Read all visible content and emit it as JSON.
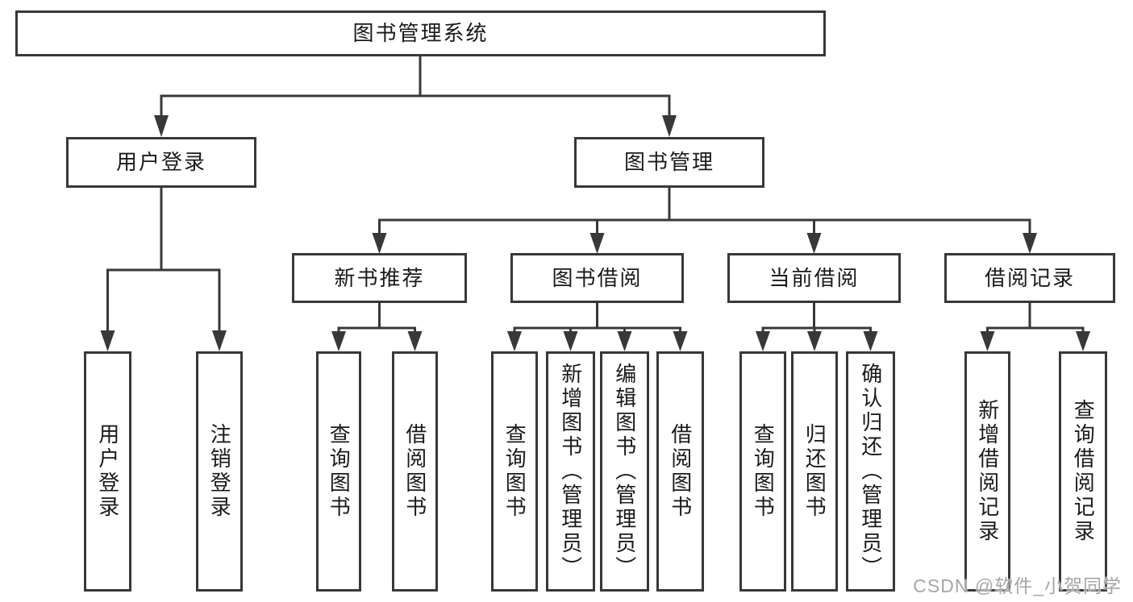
{
  "watermark": "CSDN @软件_小贺同学",
  "colors": {
    "line": "#383838",
    "box_border": "#383838",
    "text": "#1a1a1a",
    "watermark": "#a6a6a6",
    "background": "#ffffff"
  },
  "tree": {
    "root": "图书管理系统",
    "children": [
      {
        "label": "用户登录",
        "children": [
          "用户登录",
          "注销登录"
        ]
      },
      {
        "label": "图书管理",
        "children": [
          {
            "label": "新书推荐",
            "children": [
              "查询图书",
              "借阅图书"
            ]
          },
          {
            "label": "图书借阅",
            "children": [
              "查询图书",
              "新增图书（管理员）",
              "编辑图书（管理员）",
              "借阅图书"
            ]
          },
          {
            "label": "当前借阅",
            "children": [
              "查询图书",
              "归还图书",
              "确认归还（管理员）"
            ]
          },
          {
            "label": "借阅记录",
            "children": [
              "新增借阅记录",
              "查询借阅记录"
            ]
          }
        ]
      }
    ]
  }
}
